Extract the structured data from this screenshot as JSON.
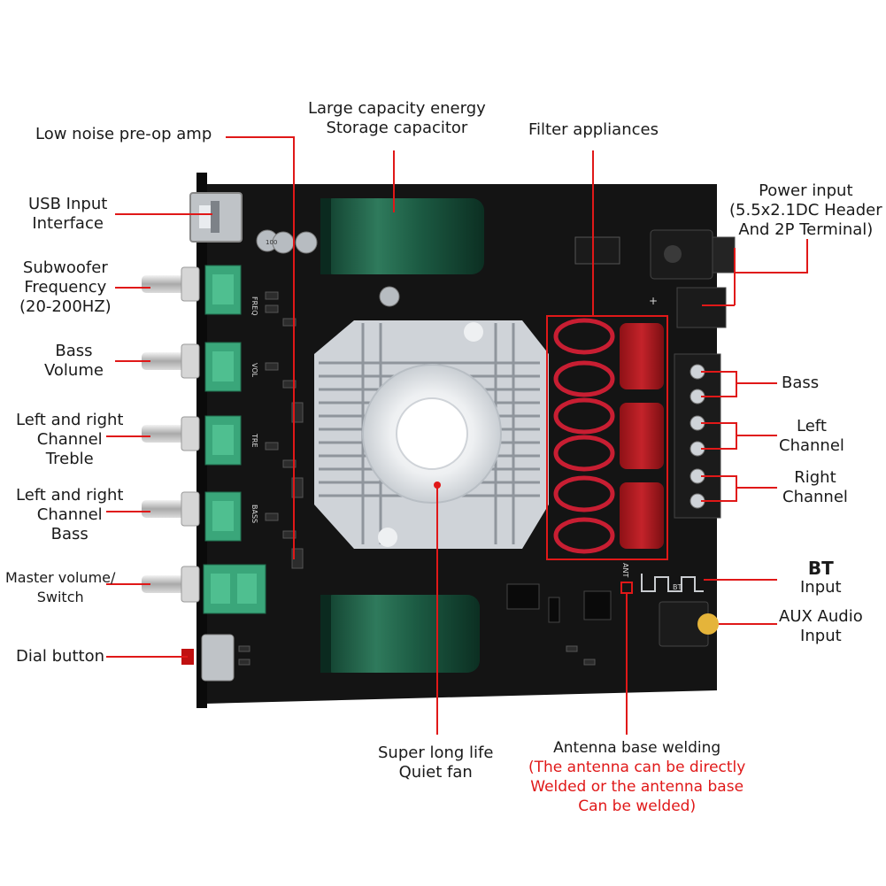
{
  "labels": {
    "low_noise": [
      "Low noise pre-op amp"
    ],
    "capacitor": [
      "Large capacity energy",
      "Storage capacitor"
    ],
    "filter": [
      "Filter appliances"
    ],
    "power": [
      "Power input",
      "(5.5x2.1DC Header",
      "And 2P Terminal)"
    ],
    "usb": [
      "USB Input",
      "Interface"
    ],
    "subwoofer": [
      "Subwoofer",
      "Frequency",
      "(20-200HZ)"
    ],
    "bass_volume": [
      "Bass",
      "Volume"
    ],
    "treble": [
      "Left and right",
      "Channel",
      "Treble"
    ],
    "lr_bass": [
      "Left and right",
      "Channel",
      "Bass"
    ],
    "master": [
      "Master volume/",
      "Switch"
    ],
    "dial": [
      "Dial button"
    ],
    "bass_out": [
      "Bass"
    ],
    "left_out": [
      "Left",
      "Channel"
    ],
    "right_out": [
      "Right",
      "Channel"
    ],
    "bt": [
      "BT",
      "Input"
    ],
    "aux": [
      "AUX Audio",
      "Input"
    ],
    "fan": [
      "Super long life",
      "Quiet fan"
    ],
    "antenna_title": "Antenna base welding",
    "antenna_note": [
      "(The antenna can be directly",
      "Welded or the antenna base",
      "Can be welded)"
    ]
  },
  "silkscreen": {
    "freq": "FREQ",
    "vol": "VOL",
    "tre": "TRE",
    "bass": "BASS",
    "bt": "BT",
    "ant": "ANT",
    "plus": "+",
    "minus": "-",
    "cap_text": "100"
  },
  "colors": {
    "board": "#141414",
    "leader": "#e01818",
    "capacitor": "#1e5e45",
    "pot_green": "#3aa67a",
    "inductor": "#c81e32",
    "film_cap": "#b81c22",
    "heatsink": "#d7dbe0",
    "terminal": "#1b1b1b"
  }
}
